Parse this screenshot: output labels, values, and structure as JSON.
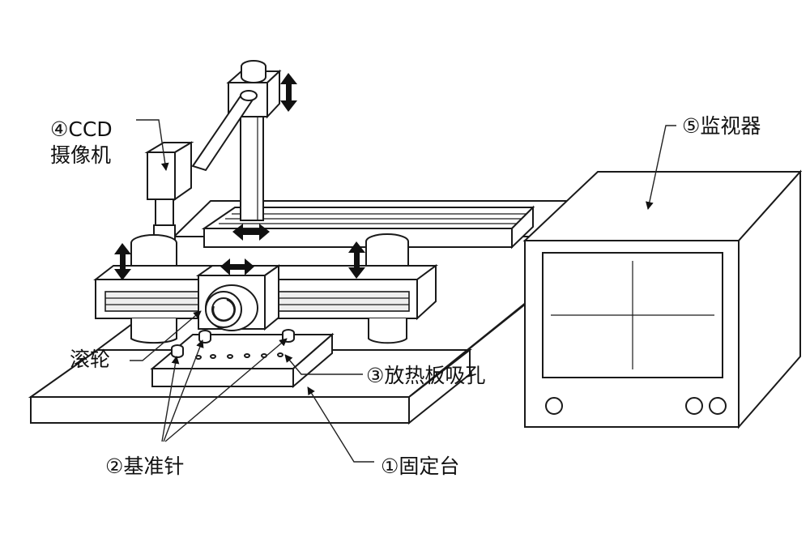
{
  "labels": {
    "ccd_line1": "④CCD",
    "ccd_line2": "摄像机",
    "monitor": "⑤监视器",
    "roller": "滚轮",
    "heat_plate_holes": "③放热板吸孔",
    "reference_pins": "②基准针",
    "fixed_stage": "①固定台"
  },
  "colors": {
    "line": "#1a1a1a",
    "fill": "#ffffff",
    "shade": "#eeeeee",
    "text": "#111111"
  }
}
